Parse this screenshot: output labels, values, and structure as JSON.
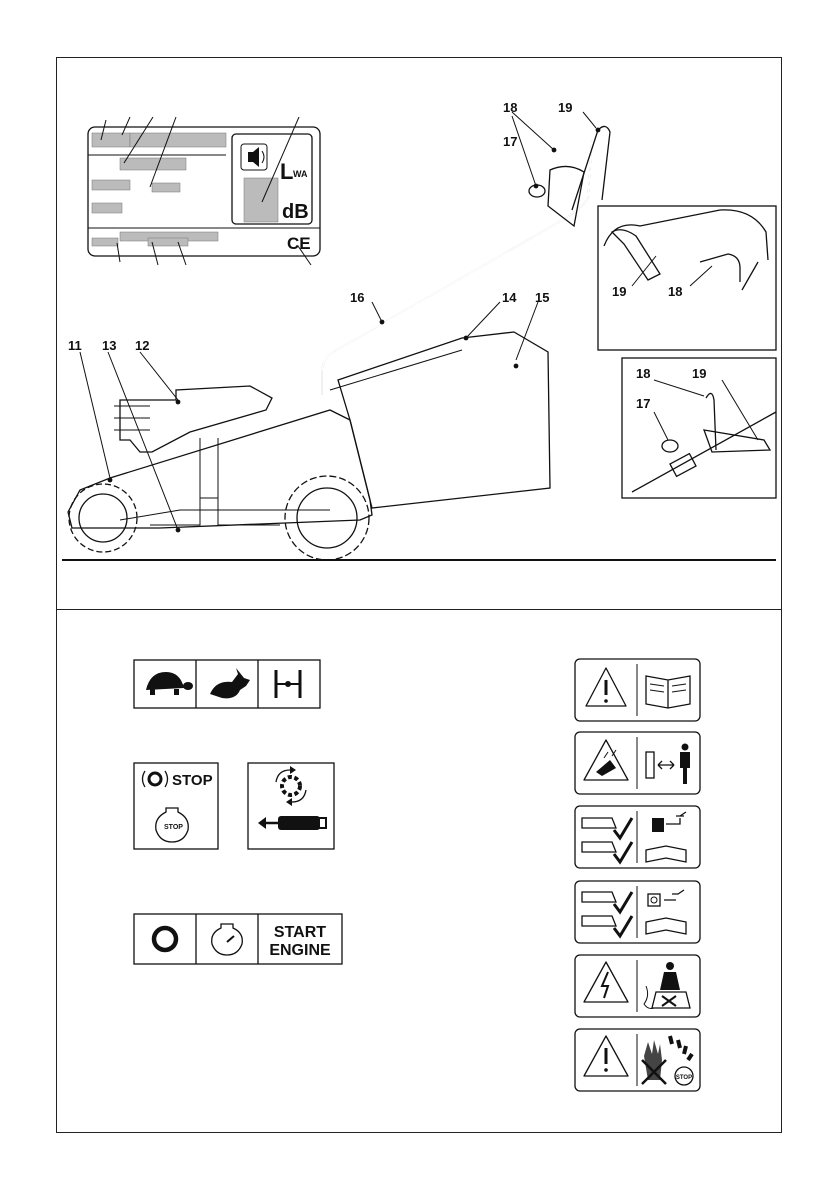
{
  "callouts": {
    "n11": "11",
    "n12": "12",
    "n13": "13",
    "n14": "14",
    "n15": "15",
    "n16": "16",
    "n17": "17",
    "n18": "18",
    "n19": "19"
  },
  "inset_top": {
    "n19": "19",
    "n18": "18"
  },
  "inset_bottom": {
    "n18": "18",
    "n19": "19",
    "n17": "17"
  },
  "rating_plate": {
    "lwa_L": "L",
    "lwa_sub": "WA",
    "db": "dB",
    "ce": "CE"
  },
  "symbols": {
    "stop_text": "STOP",
    "stop_small": "STOP",
    "start_line1": "START",
    "start_line2": "ENGINE",
    "sign_stop": "STOP"
  },
  "icons": [
    "turtle-icon",
    "rabbit-icon",
    "height-adjust-icon",
    "brake-stop-icon",
    "engine-stop-icon",
    "blade-rotation-icon",
    "mower-direction-icon",
    "off-circle-icon",
    "engine-start-icon",
    "warning-read-manual-sign",
    "thrown-objects-sign",
    "disconnect-spark-plug-sign",
    "disconnect-power-sign",
    "electric-shock-sign",
    "hand-blade-stop-sign"
  ]
}
